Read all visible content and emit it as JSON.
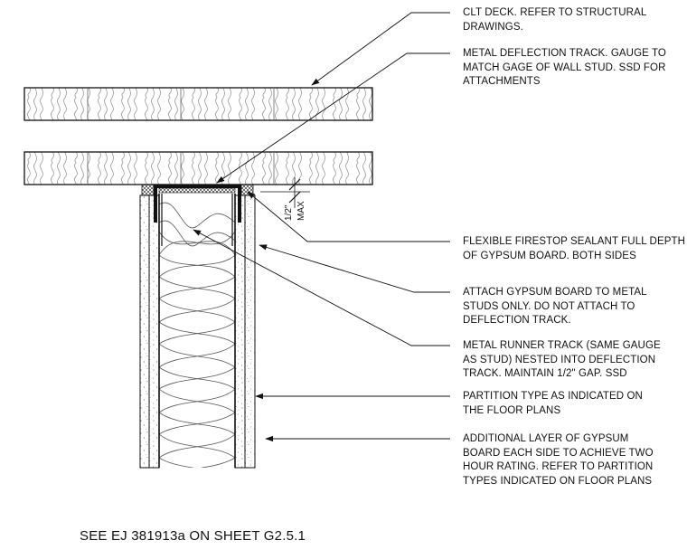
{
  "notes": {
    "clt_deck": "CLT DECK. REFER TO STRUCTURAL\nDRAWINGS.",
    "deflection_track": "METAL DEFLECTION TRACK. GAUGE TO\nMATCH GAGE OF WALL STUD. SSD FOR\nATTACHMENTS",
    "firestop_sealant": "FLEXIBLE FIRESTOP SEALANT FULL DEPTH\nOF GYPSUM BOARD. BOTH SIDES",
    "attach_gypsum": "ATTACH GYPSUM BOARD TO METAL\nSTUDS ONLY. DO NOT ATTACH TO\nDEFLECTION TRACK.",
    "runner_track": "METAL RUNNER TRACK (SAME GAUGE\nAS STUD) NESTED INTO DEFLECTION\nTRACK. MAINTAIN 1/2\" GAP.  SSD",
    "partition_type": "PARTITION TYPE AS INDICATED ON\nTHE FLOOR PLANS",
    "additional_layer": "ADDITIONAL LAYER OF GYPSUM\nBOARD EACH SIDE TO ACHIEVE TWO\nHOUR RATING. REFER TO PARTITION\nTYPES INDICATED ON FLOOR PLANS"
  },
  "dimension": {
    "value": "1/2\"",
    "qualifier": "MAX"
  },
  "caption": "SEE EJ 381913a ON SHEET G2.5.1"
}
